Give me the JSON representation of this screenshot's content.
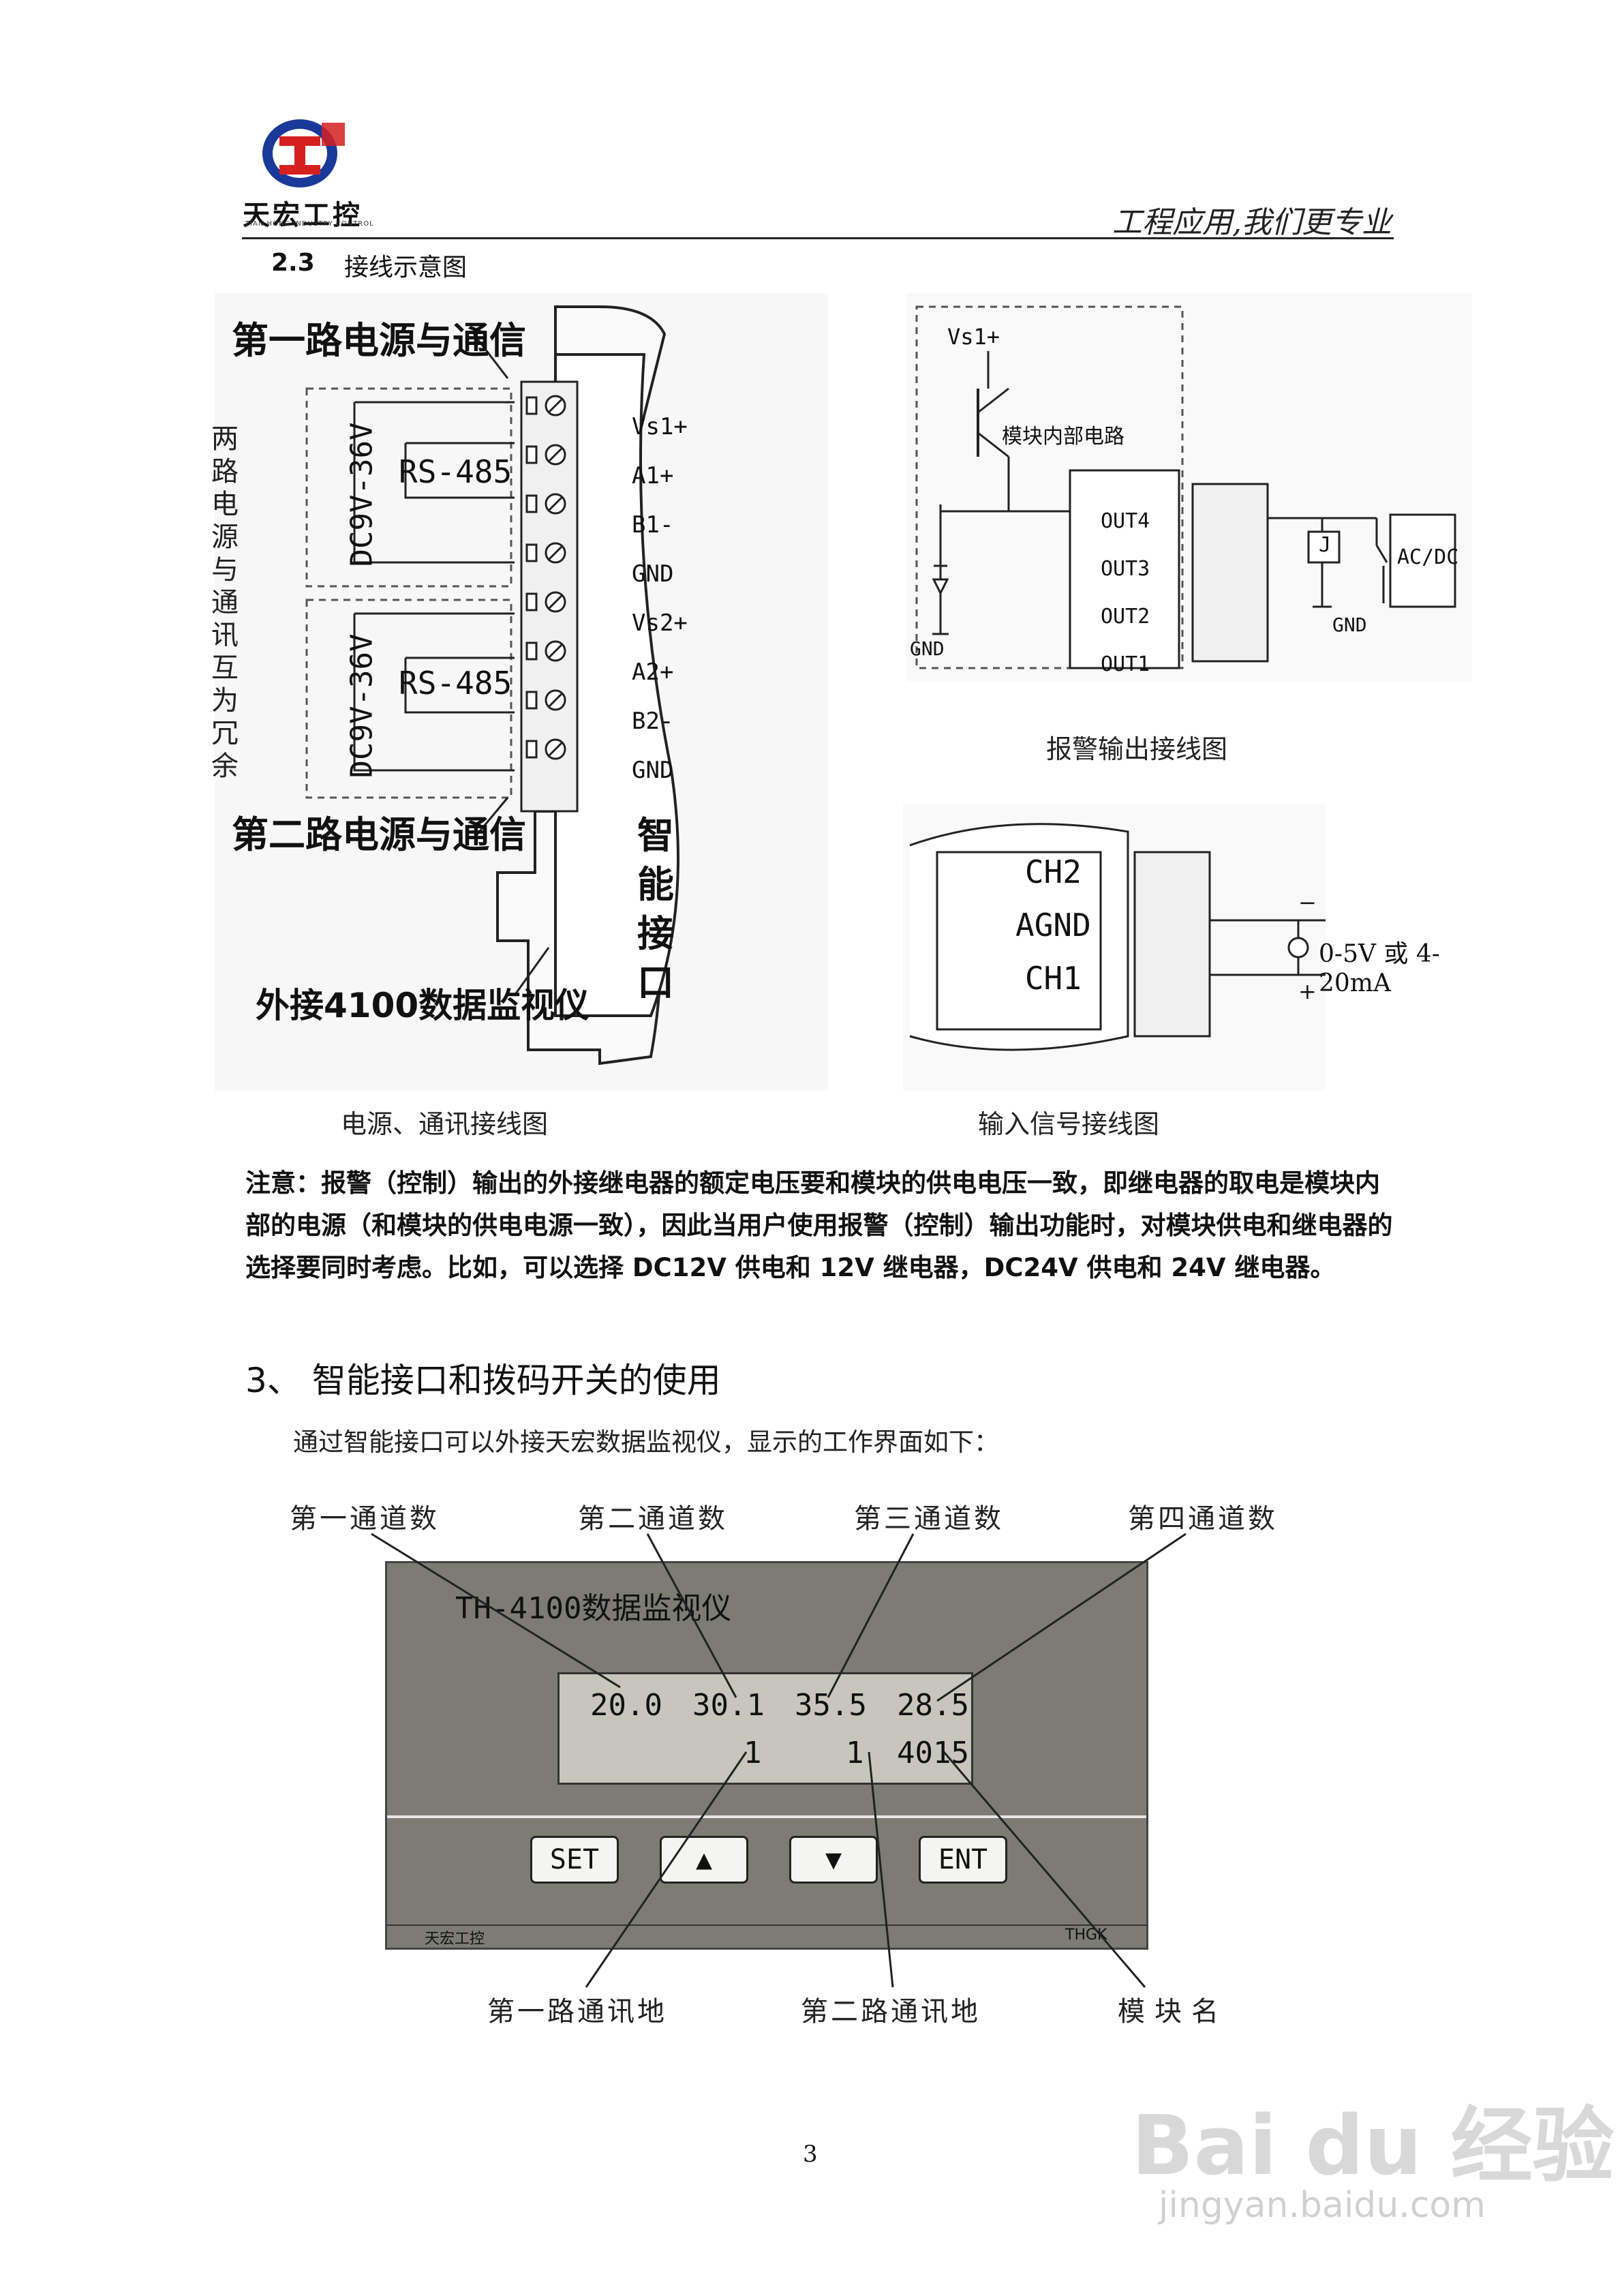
{
  "header": {
    "logo_text": "天宏工控",
    "logo_subtext": "TIAN HONG INDUSTRY CONTROL",
    "tagline": "工程应用,我们更专业"
  },
  "section": {
    "number": "2.3",
    "title": "接线示意图"
  },
  "diagram1": {
    "label_ch1": "第一路电源与通信",
    "label_ch2": "第二路电源与通信",
    "label_external": "外接4100数据监视仪",
    "side_note": "两路电源与通讯互为冗余",
    "voltage1": "DC9V-36V",
    "voltage2": "DC9V-36V",
    "bus1": "RS-485",
    "bus2": "RS-485",
    "pins": [
      "Vs1+",
      "A1+",
      "B1-",
      "GND",
      "Vs2+",
      "A2+",
      "B2-",
      "GND"
    ],
    "interface_label": "智能接口",
    "caption": "电源、通讯接线图"
  },
  "diagram2": {
    "vs_label": "Vs1+",
    "internal_label": "模块内部电路",
    "gnd_label": "GND",
    "outputs": [
      "OUT4",
      "OUT3",
      "OUT2",
      "OUT1"
    ],
    "relay_label": "J",
    "ac_label": "AC/DC",
    "gnd2_label": "GND",
    "caption": "报警输出接线图"
  },
  "diagram3": {
    "channels": [
      "CH2",
      "AGND",
      "CH1"
    ],
    "signal_label": "0-5V 或 4-20mA",
    "minus": "−",
    "plus": "+",
    "caption": "输入信号接线图"
  },
  "note": "注意：报警（控制）输出的外接继电器的额定电压要和模块的供电电压一致，即继电器的取电是模块内部的电源（和模块的供电电源一致），因此当用户使用报警（控制）输出功能时，对模块供电和继电器的选择要同时考虑。比如，可以选择 DC12V 供电和 12V 继电器，DC24V 供电和 24V 继电器。",
  "heading3": "3、 智能接口和拨码开关的使用",
  "intro": "通过智能接口可以外接天宏数据监视仪，显示的工作界面如下：",
  "monitor": {
    "top_labels": [
      "第一通道数",
      "第二通道数",
      "第三通道数",
      "第四通道数"
    ],
    "title": "TH-4100数据监视仪",
    "row1": [
      "20.0",
      "30.1",
      "35.5",
      "28.5"
    ],
    "row2": [
      "1",
      "1",
      "4015"
    ],
    "buttons": [
      "SET",
      "▲",
      "▼",
      "ENT"
    ],
    "brand": "天宏工控",
    "code": "THGK",
    "bottom_labels": [
      "第一路通讯地",
      "第二路通讯地",
      "模块名"
    ]
  },
  "page_number": "3",
  "watermark": {
    "brand": "Bai du 经验",
    "url": "jingyan.baidu.com"
  }
}
